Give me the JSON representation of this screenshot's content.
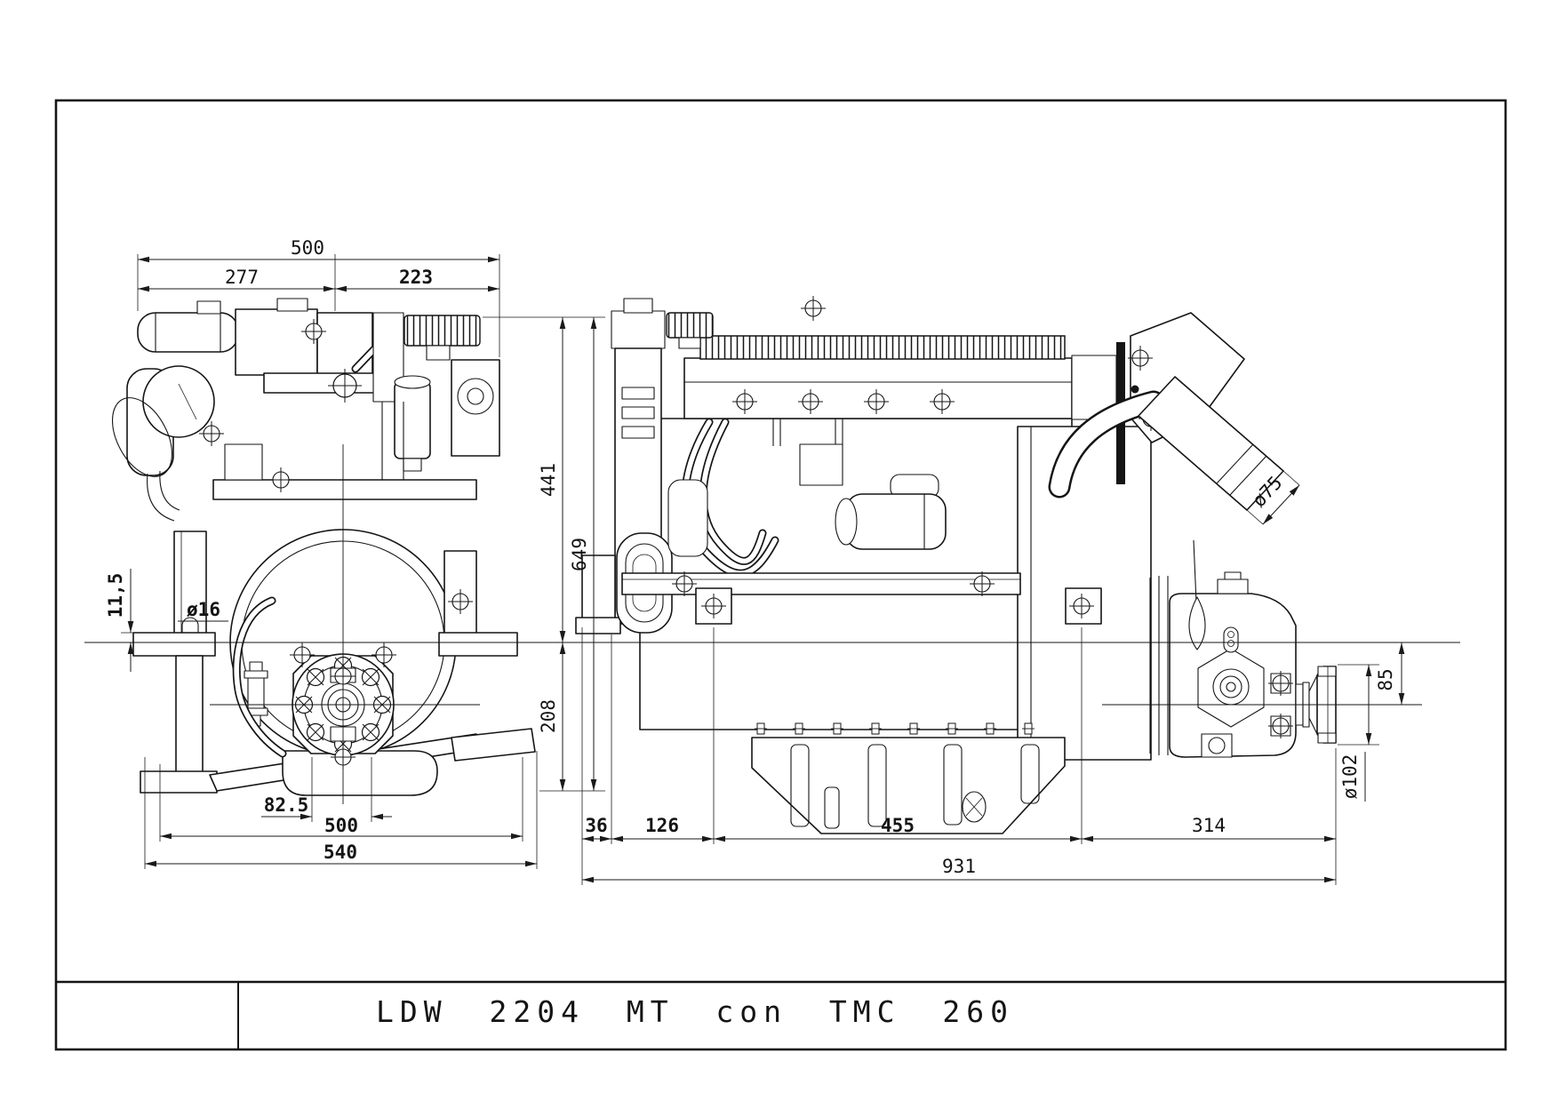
{
  "drawing": {
    "title_block": {
      "title": "LDW 2204 MT  con  TMC 260"
    },
    "front_view": {
      "dim_width_total": "500",
      "dim_width_left": "277",
      "dim_width_right": "223",
      "dim_top_to_axis": "441",
      "dim_height_total": "649",
      "dim_axis_to_base": "208",
      "dim_foot_offset": "11,5",
      "dim_hole_dia": "ø16",
      "dim_mount_offset": "82.5",
      "dim_mount_span": "500",
      "dim_base_width": "540"
    },
    "side_view": {
      "dim_front_offset": "36",
      "dim_front_to_mount": "126",
      "dim_mount_span": "455",
      "dim_mount_to_flange": "314",
      "dim_overall_length": "931",
      "dim_exhaust_dia": "ø75",
      "dim_axis_drop": "85",
      "dim_flange_dia": "ø102"
    }
  }
}
